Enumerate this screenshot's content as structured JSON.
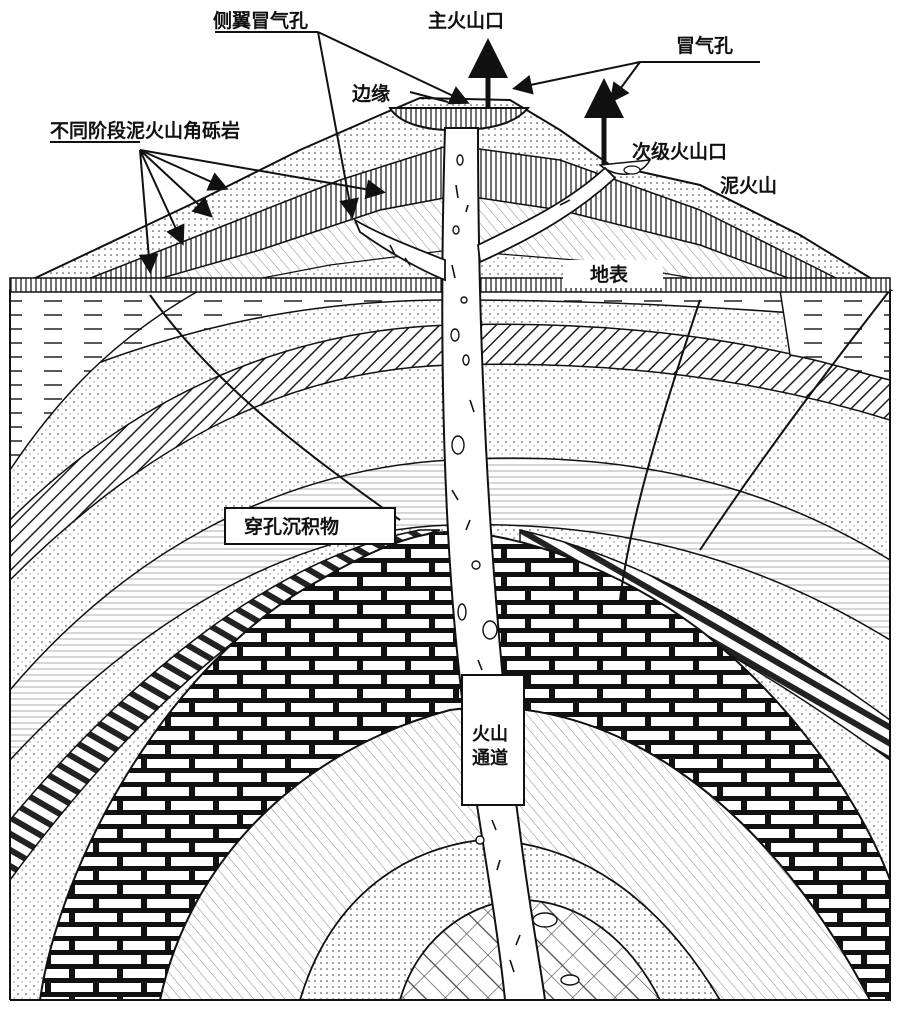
{
  "labels": {
    "lateral_vent": "侧翼冒气孔",
    "main_crater": "主火山口",
    "vent": "冒气孔",
    "rim": "边缘",
    "breccia": "不同阶段泥火山角砾岩",
    "secondary_crater": "次级火山口",
    "mud_volcano": "泥火山",
    "surface": "地表",
    "piercement_sediment": "穿孔沉积物",
    "conduit_line1": "火山",
    "conduit_line2": "通道"
  }
}
